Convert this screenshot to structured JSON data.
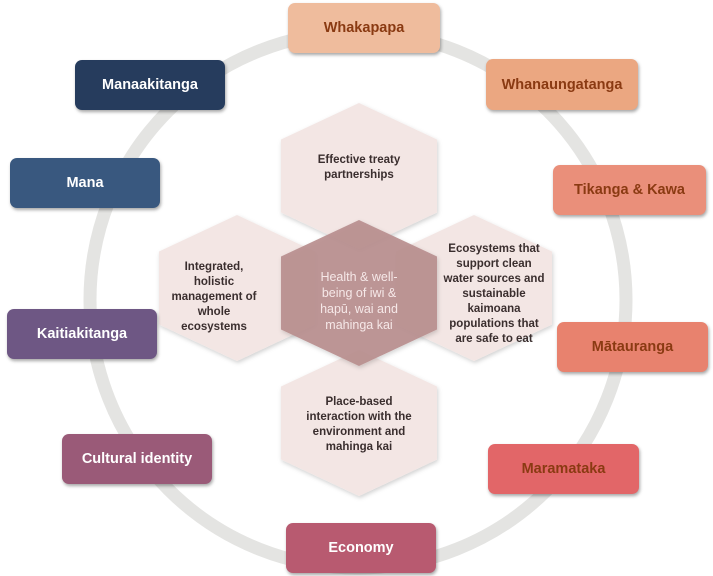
{
  "center": {
    "label": "Health & well-being of iwi & hapū, wai and mahinga kai"
  },
  "hexagons": {
    "top": "Effective treaty partnerships",
    "left": "Integrated, holistic management of whole ecosystems",
    "right": "Ecosystems that support clean water sources and sustainable kaimoana populations that are safe to eat",
    "bottom": "Place-based interaction with the environment and mahinga kai"
  },
  "values": [
    {
      "label": "Whakapapa",
      "color": "#efbc9d"
    },
    {
      "label": "Whanaungatanga",
      "color": "#eba781"
    },
    {
      "label": "Tikanga & Kawa",
      "color": "#ea8f7a"
    },
    {
      "label": "Mātauranga",
      "color": "#e8826e"
    },
    {
      "label": "Maramataka",
      "color": "#e26668"
    },
    {
      "label": "Economy",
      "color": "#b85a70"
    },
    {
      "label": "Cultural identity",
      "color": "#9a5a78"
    },
    {
      "label": "Kaitiakitanga",
      "color": "#6e5784"
    },
    {
      "label": "Mana",
      "color": "#39587f"
    },
    {
      "label": "Manaakitanga",
      "color": "#263c5d"
    }
  ],
  "colors": {
    "ring": "#e4e4e2",
    "hex_fill": "#f3e6e4",
    "center_fill": "#b88e8e"
  }
}
